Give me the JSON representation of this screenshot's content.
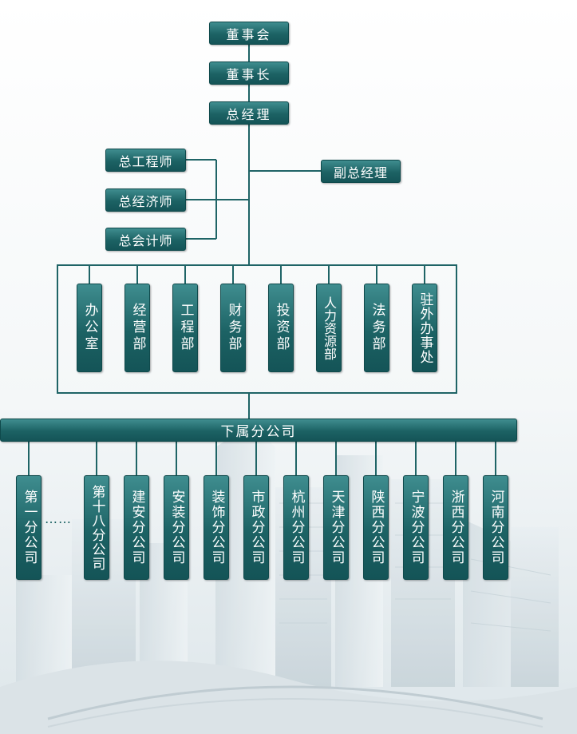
{
  "top": {
    "board": "董事会",
    "chairman": "董事长",
    "gm": "总经理",
    "deputy_gm": "副总经理",
    "chief_engineer": "总工程师",
    "chief_economist": "总经济师",
    "chief_accountant": "总会计师"
  },
  "departments": [
    "办公室",
    "经营部",
    "工程部",
    "财务部",
    "投资部",
    "人力资源部",
    "法务部",
    "驻外办事处"
  ],
  "subsidiaries_bar": "下属分公司",
  "subsidiaries": [
    "第一分公司",
    "第十八分公司",
    "建安分公司",
    "安装分公司",
    "装饰分公司",
    "市政分公司",
    "杭州分公司",
    "天津分公司",
    "陕西分公司",
    "宁波分公司",
    "浙西分公司",
    "河南分公司"
  ],
  "ellipsis": "……",
  "colors": {
    "box": "#1c6264",
    "line": "#1f6466",
    "text": "#ffffff"
  }
}
